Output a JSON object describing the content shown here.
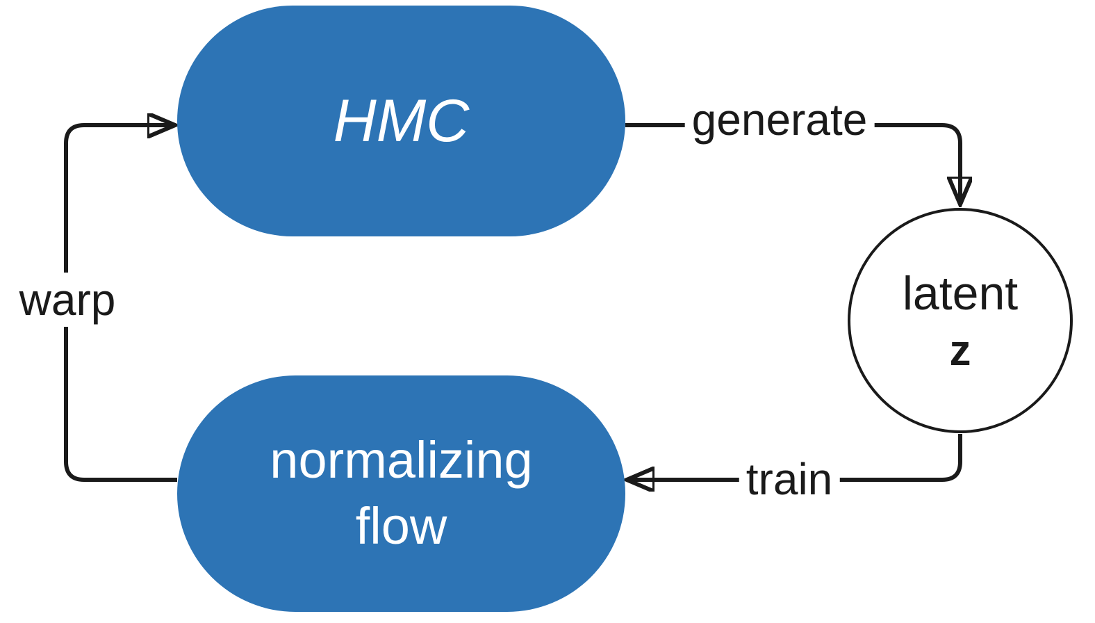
{
  "diagram_title": "HMC / normalizing flow / latent z training cycle",
  "colors": {
    "node_fill": "#2d74b5",
    "node_text": "#ffffff",
    "edge_stroke": "#1a1a1a",
    "background": "#ffffff"
  },
  "nodes": {
    "hmc": {
      "label": "HMC",
      "shape": "rounded-pill"
    },
    "normalizing_flow": {
      "line1": "normalizing",
      "line2": "flow",
      "shape": "rounded-pill"
    },
    "latent": {
      "line1": "latent",
      "line2": "z",
      "shape": "circle"
    }
  },
  "edges": {
    "generate": {
      "label": "generate",
      "from": "hmc",
      "to": "latent"
    },
    "train": {
      "label": "train",
      "from": "latent",
      "to": "normalizing_flow"
    },
    "warp": {
      "label": "warp",
      "from": "normalizing_flow",
      "to": "hmc"
    }
  }
}
